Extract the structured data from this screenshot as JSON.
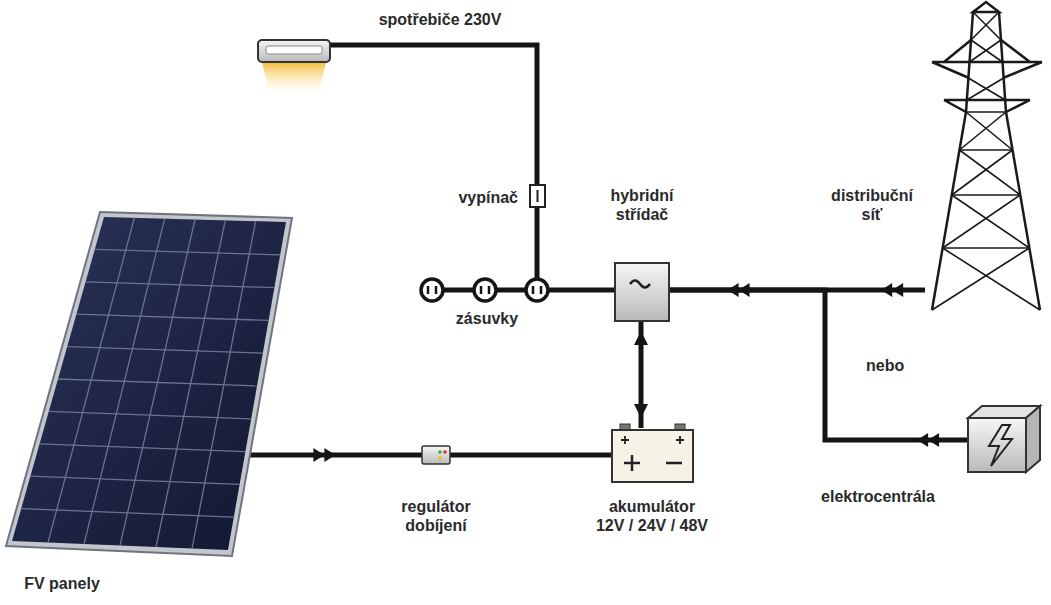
{
  "diagram": {
    "nodes": [
      {
        "text": [
          "spotřebiče 230V"
        ]
      },
      {
        "text": [
          "vypínač"
        ]
      },
      {
        "text": [
          "hybridní střídač"
        ]
      },
      {
        "text": [
          "distribuční síť"
        ]
      },
      {
        "text": [
          "zásuvky"
        ]
      },
      {
        "text": [
          "FV panely"
        ]
      },
      {
        "text": [
          "regulátor dobíjení"
        ]
      },
      {
        "text": [
          "akumulátor 12V / 24V / 48V"
        ]
      },
      {
        "text": [
          "elektrocentrála"
        ]
      }
    ],
    "edges": [
      {
        "from": 5,
        "to": 6,
        "arrow": "to"
      },
      {
        "from": 6,
        "to": 7,
        "arrow": "none"
      },
      {
        "from": 7,
        "to": 2,
        "arrow": "both"
      },
      {
        "from": 3,
        "to": 2,
        "arrow": "to"
      },
      {
        "from": 8,
        "to": 2,
        "arrow": "to"
      },
      {
        "from": 2,
        "to": 4,
        "arrow": "none"
      },
      {
        "from": 4,
        "to": 1,
        "arrow": "none"
      },
      {
        "from": 1,
        "to": 0,
        "arrow": "none"
      }
    ],
    "labels": [
      "nebo"
    ]
  }
}
